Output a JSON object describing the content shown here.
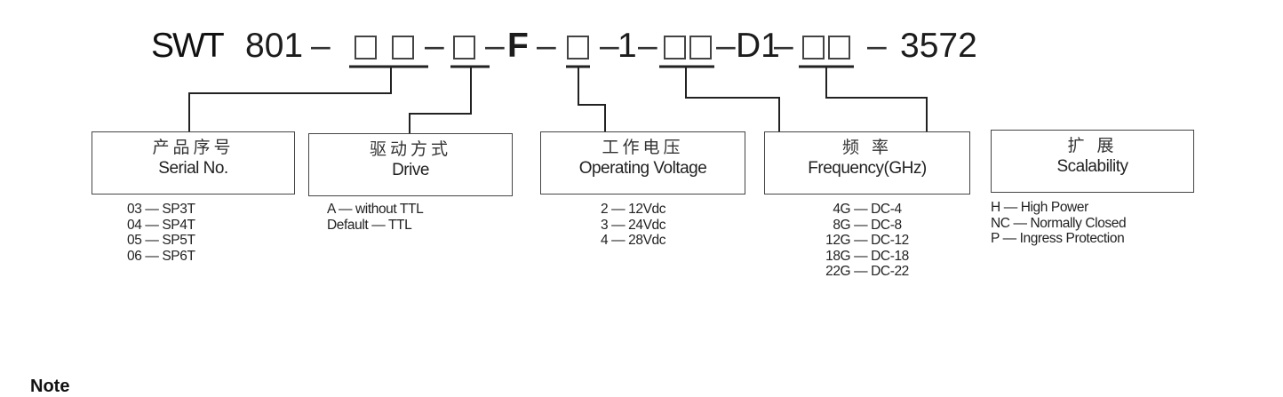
{
  "model_code": {
    "segments": [
      "SWT",
      "801",
      "–",
      "–",
      "–",
      "F",
      "–",
      "–",
      "1",
      "–",
      "–",
      "D1",
      "–",
      "–",
      "3572"
    ],
    "prefix": "SWT",
    "series": "801",
    "fixed_f": "F",
    "fixed_1": "1",
    "fixed_d1": "D1",
    "suffix": "3572",
    "dash": "–"
  },
  "fields": [
    {
      "zh": "产品序号",
      "en": "Serial No.",
      "options": [
        "03 — SP3T",
        "04 — SP4T",
        "05 — SP5T",
        "06 — SP6T"
      ]
    },
    {
      "zh": "驱动方式",
      "en": "Drive",
      "options": [
        "A — without TTL",
        "Default — TTL"
      ]
    },
    {
      "zh": "工作电压",
      "en": "Operating Voltage",
      "options": [
        "2 — 12Vdc",
        "3 — 24Vdc",
        "4 — 28Vdc"
      ]
    },
    {
      "zh": "频 率",
      "en": "Frequency(GHz)",
      "options": [
        "4G — DC-4",
        "8G — DC-8",
        "12G — DC-12",
        "18G — DC-18",
        "22G — DC-22"
      ]
    },
    {
      "zh": "扩 展",
      "en": "Scalability",
      "options": [
        "H — High Power",
        "NC — Normally Closed",
        "P — Ingress Protection"
      ]
    }
  ],
  "note_label": "Note"
}
